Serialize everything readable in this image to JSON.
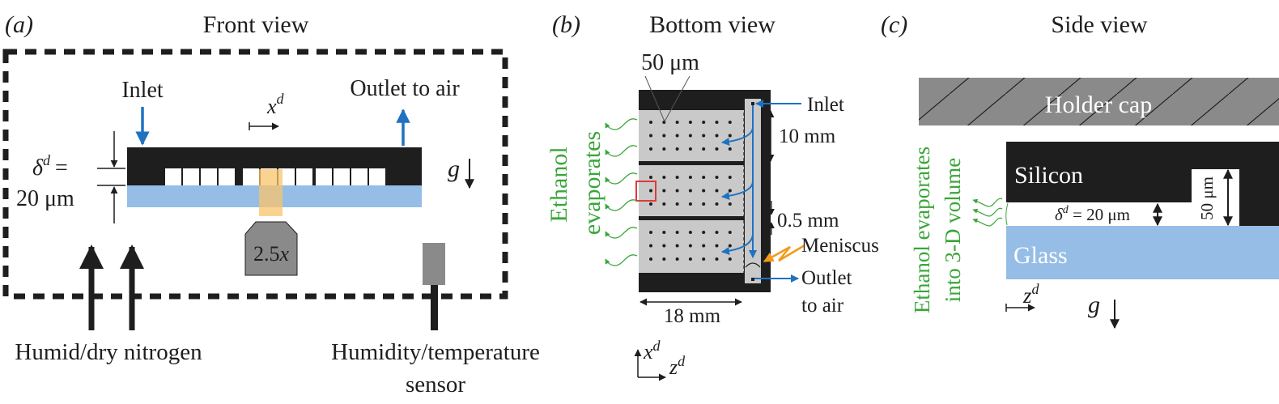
{
  "colors": {
    "silicon": "#1e1e1e",
    "glass": "#95bde6",
    "flow_arrow": "#1f72c0",
    "evaporation": "#3aa53a",
    "light_path": "#f9c46b",
    "objective": "#8a8a8a",
    "channel_gray": "#c9c9c9",
    "holder_cap": "#8a8a8a",
    "highlight_box": "#e03a3a",
    "meniscus_pointer": "#f29a1a"
  },
  "panel_a": {
    "label": "(a)",
    "title": "Front view",
    "inlet": "Inlet",
    "outlet": "Outlet to air",
    "axis_x": "x",
    "axis_sup": "d",
    "delta_symbol": "δ",
    "delta_sup": "d",
    "delta_eq": "=",
    "delta_value": "20 μm",
    "gravity": "g",
    "objective": "2.5",
    "objective_x": "x",
    "nitrogen": "Humid/dry nitrogen",
    "sensor_line1": "Humidity/temperature",
    "sensor_line2": "sensor"
  },
  "panel_b": {
    "label": "(b)",
    "title": "Bottom view",
    "pillar_size": "50 μm",
    "inlet": "Inlet",
    "spacing": "10 mm",
    "gap": "0.5 mm",
    "meniscus": "Meniscus",
    "outlet_line1": "Outlet",
    "outlet_line2": "to air",
    "width": "18 mm",
    "evap_line1": "Ethanol",
    "evap_line2": "evaporates",
    "axis_x": "x",
    "axis_z": "z",
    "axis_sup": "d"
  },
  "panel_c": {
    "label": "(c)",
    "title": "Side view",
    "holder_cap": "Holder cap",
    "silicon": "Silicon",
    "glass": "Glass",
    "delta_symbol": "δ",
    "delta_sup": "d",
    "delta_value": " = 20 μm",
    "depth": "50 μm",
    "evap_line1": "Ethanol evaporates",
    "evap_line2": "into 3-D volume",
    "axis_z": "z",
    "axis_sup": "d",
    "gravity": "g"
  }
}
